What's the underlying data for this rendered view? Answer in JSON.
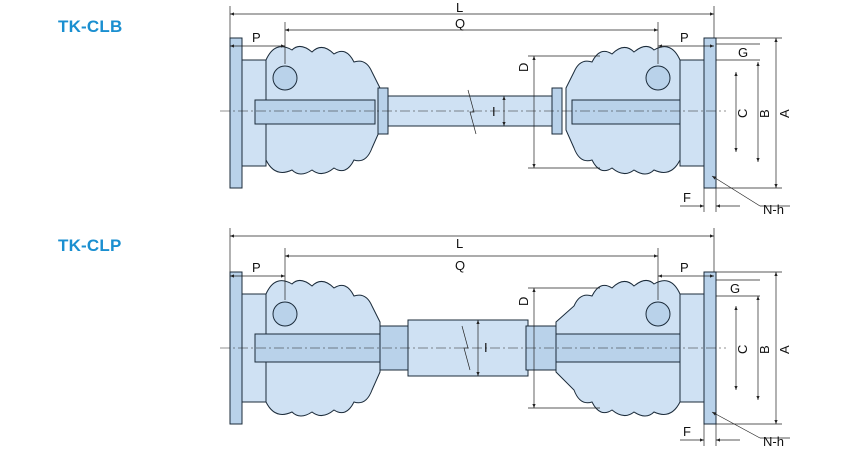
{
  "titles": {
    "top": "TK-CLB",
    "bottom": "TK-CLP"
  },
  "colors": {
    "title": "#1a8fd0",
    "part_fill": "#cfe1f3",
    "part_shade": "#b9d2ea",
    "outline": "#1b2b3a"
  },
  "dimension_labels": {
    "L": "L",
    "P": "P",
    "Q": "Q",
    "D": "D",
    "G": "G",
    "C": "C",
    "B": "B",
    "A": "A",
    "I": "I",
    "F": "F",
    "Nh": "N-h"
  }
}
